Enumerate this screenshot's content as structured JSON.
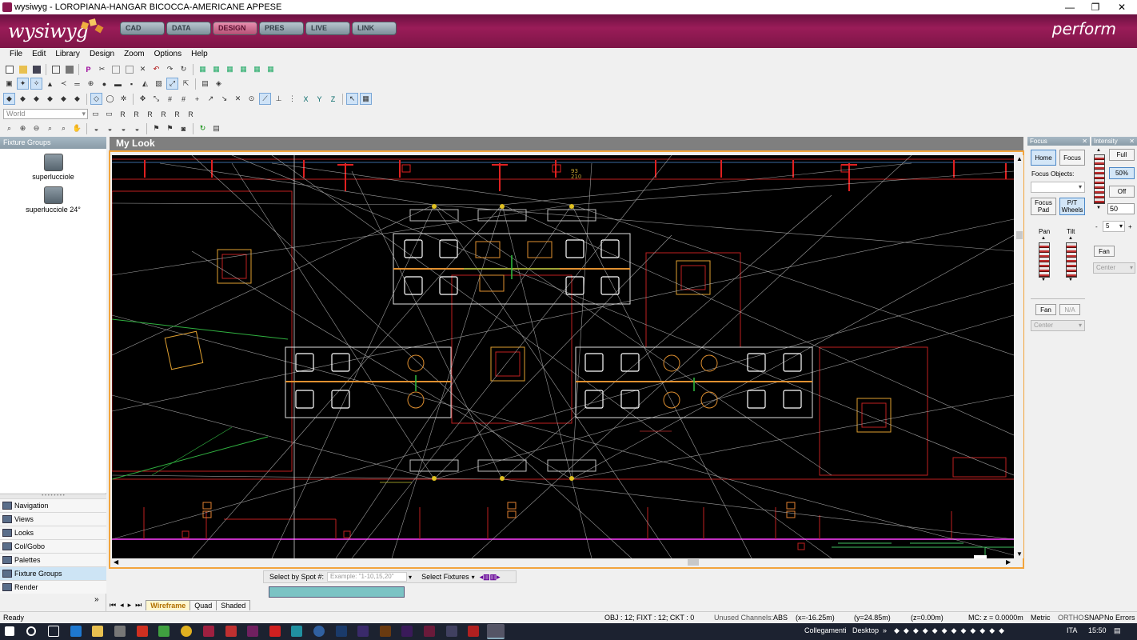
{
  "window": {
    "title": "wysiwyg - LOROPIANA-HANGAR BICOCCA-AMERICANE APPESE",
    "minimize": "—",
    "maximize": "❐",
    "close": "✕"
  },
  "header": {
    "logo": "wysiwyg",
    "brand_right": "perform",
    "modes": [
      "CAD",
      "DATA",
      "DESIGN",
      "PRES",
      "LIVE",
      "LINK"
    ],
    "active_mode": "DESIGN"
  },
  "menu": [
    "File",
    "Edit",
    "Library",
    "Design",
    "Zoom",
    "Options",
    "Help"
  ],
  "toolbar": {
    "world_select": "World"
  },
  "left_panel": {
    "title": "Fixture Groups",
    "groups": [
      "superlucciole",
      "superlucciole 24°"
    ],
    "nav": [
      "Navigation",
      "Views",
      "Looks",
      "Col/Gobo",
      "Palettes",
      "Fixture Groups",
      "Render"
    ],
    "selected_nav": "Fixture Groups",
    "more": "»"
  },
  "view": {
    "title": "My Look",
    "tabs": [
      "Wireframe",
      "Quad",
      "Shaded"
    ],
    "active_tab": "Wireframe",
    "labels": [
      "93",
      "210"
    ]
  },
  "focus_panel": {
    "title": "Focus",
    "home": "Home",
    "focus": "Focus",
    "focus_objects": "Focus Objects:",
    "focus_pad": "Focus Pad",
    "pt_wheels": "P/T Wheels",
    "pan": "Pan",
    "tilt": "Tilt",
    "fan": "Fan",
    "na": "N/A",
    "center": "Center"
  },
  "intensity_panel": {
    "title": "Intensity",
    "full": "Full",
    "half": "50%",
    "off": "Off",
    "value": "50",
    "step": "5",
    "minus": "-",
    "plus": "+",
    "fan": "Fan",
    "center": "Center"
  },
  "select_bar": {
    "spot_label": "Select by Spot #:",
    "spot_placeholder": "Example: \"1-10,15,20\"",
    "select_fixtures": "Select Fixtures"
  },
  "status": {
    "ready": "Ready",
    "obj": "OBJ : 12; FIXT : 12; CKT : 0",
    "unused": "Unused Channels:",
    "abs": "ABS",
    "x": "(x=-16.25m)",
    "y": "(y=24.85m)",
    "z": "(z=0.00m)",
    "mc": "MC: z = 0.0000m",
    "metric": "Metric",
    "ortho": "ORTHO",
    "snap": "SNAP",
    "errors": "No Errors"
  },
  "taskbar": {
    "links": "Collegamenti",
    "desktop": "Desktop",
    "chevron": "»",
    "lang": "ITA",
    "time": "15:50"
  },
  "colors": {
    "accent": "#f2a43c",
    "header": "#8a1a50",
    "canvas": "#000000"
  }
}
